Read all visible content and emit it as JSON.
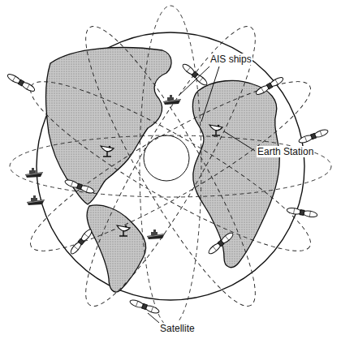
{
  "diagram": {
    "labels": [
      "AIS ships",
      "Earth Station",
      "Satellite"
    ]
  }
}
